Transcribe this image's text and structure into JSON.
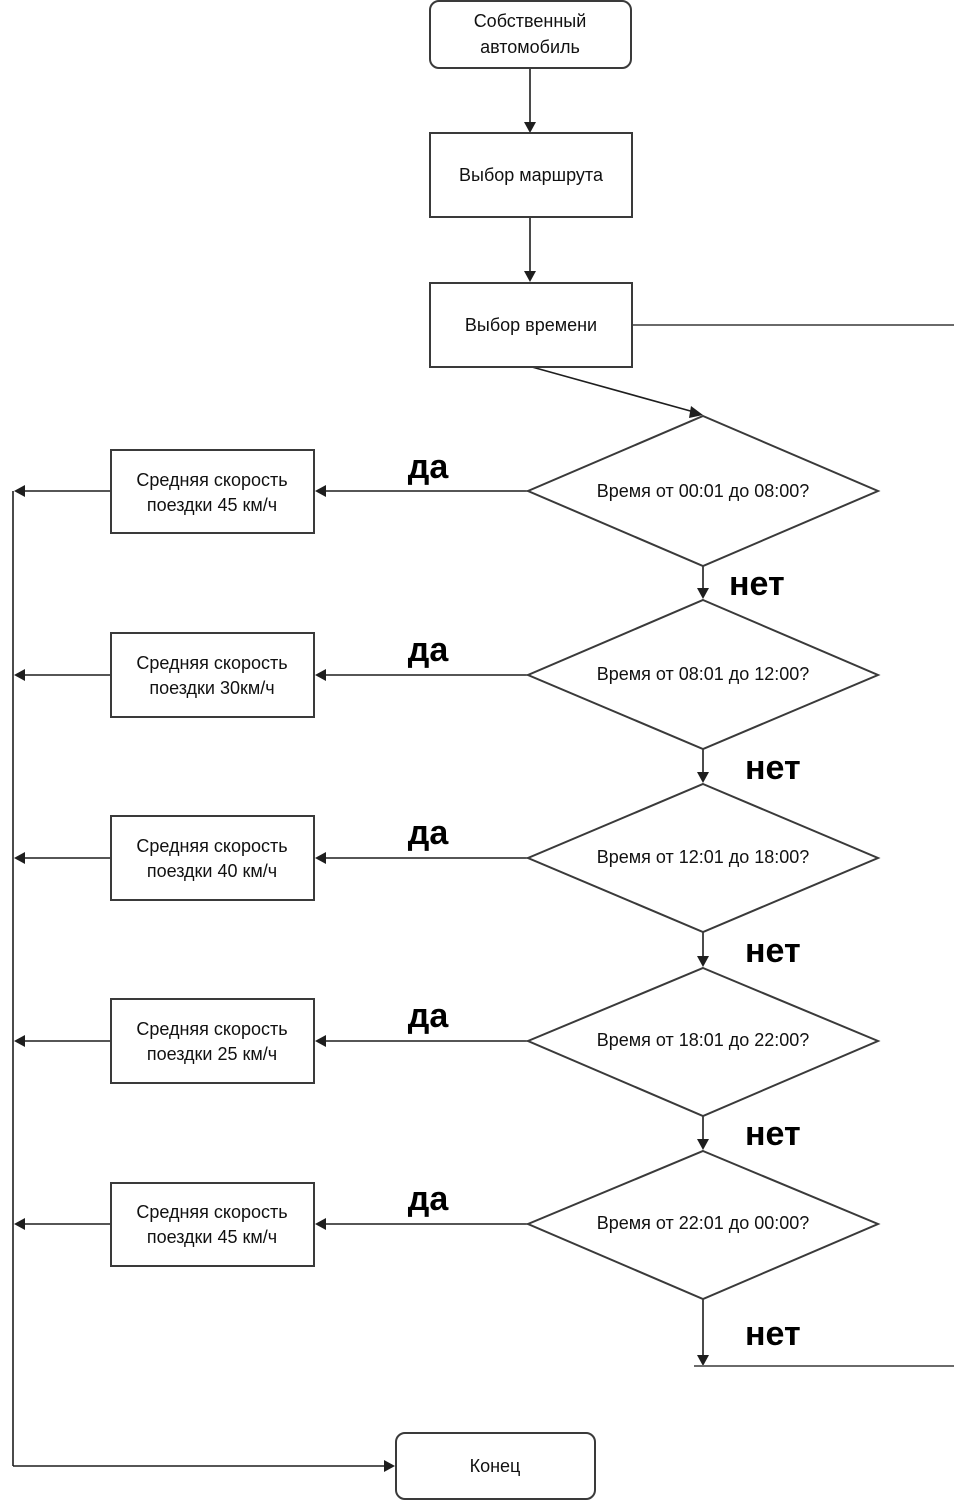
{
  "nodes": {
    "start": {
      "lines": [
        "Собственный",
        "автомобиль"
      ]
    },
    "route": {
      "lines": [
        "Выбор маршрута"
      ]
    },
    "time": {
      "lines": [
        "Выбор времени"
      ]
    },
    "d1": {
      "lines": [
        "Время от 00:01 до 08:00?"
      ]
    },
    "d2": {
      "lines": [
        "Время от 08:01 до 12:00?"
      ]
    },
    "d3": {
      "lines": [
        "Время от 12:01 до 18:00?"
      ]
    },
    "d4": {
      "lines": [
        "Время от 18:01 до 22:00?"
      ]
    },
    "d5": {
      "lines": [
        "Время от 22:01 до 00:00?"
      ]
    },
    "s1": {
      "lines": [
        "Средняя скорость",
        "поездки 45 км/ч"
      ]
    },
    "s2": {
      "lines": [
        "Средняя скорость",
        "поездки 30км/ч"
      ]
    },
    "s3": {
      "lines": [
        "Средняя скорость",
        "поездки 40 км/ч"
      ]
    },
    "s4": {
      "lines": [
        "Средняя скорость",
        "поездки 25 км/ч"
      ]
    },
    "s5": {
      "lines": [
        "Средняя скорость",
        "поездки 45 км/ч"
      ]
    },
    "end": {
      "lines": [
        "Конец"
      ]
    }
  },
  "labels": {
    "yes": "да",
    "no": "нет"
  },
  "colors": {
    "stroke": "#3a3a3a",
    "arrow": "#1e1e1e",
    "background": "#ffffff"
  }
}
